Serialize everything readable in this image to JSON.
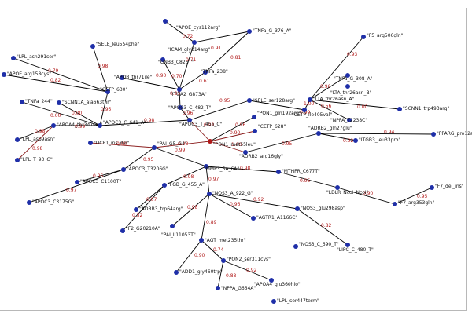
{
  "colors": {
    "node": "#1f2fa8",
    "highlight_node": "#b01818",
    "edge": "#000000",
    "highlight_edge": "#8a1c1c",
    "weight": "#b01818"
  },
  "nodes": [
    {
      "id": "apoe_cys",
      "label": "\"APOE_cys112arg\"",
      "hl": false
    },
    {
      "id": "sele_leu",
      "label": "\"SELE_leu554phe\"",
      "hl": false
    },
    {
      "id": "lpl_asn",
      "label": "\"LPL_asn291ser\"",
      "hl": false
    },
    {
      "id": "apoe_arg",
      "label": "\"APOE_arg158cys\"",
      "hl": false
    },
    {
      "id": "cetp630",
      "label": "\"CETP_630\"",
      "hl": false
    },
    {
      "id": "icam",
      "label": "\"ICAM_gly214arg\"",
      "hl": false
    },
    {
      "id": "gnb3",
      "label": "\"GNB3_C825T\"",
      "hl": false
    },
    {
      "id": "tnfa_g376",
      "label": "\"TNFa_G_376_A\"",
      "hl": false
    },
    {
      "id": "f5",
      "label": "\"F5_arg506gln\"",
      "hl": false
    },
    {
      "id": "apob",
      "label": "\"APOB_thr71ile\"",
      "hl": false
    },
    {
      "id": "tnfa238",
      "label": "\"TNFa_238\"",
      "hl": false
    },
    {
      "id": "tnfa_g308",
      "label": "\"TNFa_G_308_A\"",
      "hl": false
    },
    {
      "id": "itga2",
      "label": "\"ITGA2_G873A\"",
      "hl": false
    },
    {
      "id": "lta_thr",
      "label": "\"LTA_thr26asn_A\"",
      "hl": false
    },
    {
      "id": "lta_thr_b",
      "label": "\"LTA_thr26asn_B\"",
      "hl": false
    },
    {
      "id": "tnfa244",
      "label": "\"TNFa_244\"",
      "hl": false
    },
    {
      "id": "scn1a_ala",
      "label": "\"SCNN1A_ala663thr\"",
      "hl": false
    },
    {
      "id": "apoc3_c482",
      "label": "\"APOC3_C_482_T\"",
      "hl": false
    },
    {
      "id": "sele_ser",
      "label": "\"SELE_ser128arg\"",
      "hl": false
    },
    {
      "id": "cetp_ile",
      "label": "\"CETP_ile405val\"",
      "hl": false
    },
    {
      "id": "nppa_t2238",
      "label": "\"NPPA_T2238C\"",
      "hl": false
    },
    {
      "id": "scnn1_trp",
      "label": "\"SCNN1_trp493arg\"",
      "hl": false
    },
    {
      "id": "apoa4_thr",
      "label": "\"APOA4_thr347ser\"",
      "hl": false
    },
    {
      "id": "apoc3_c641",
      "label": "\"APOC3_C_641_A\"",
      "hl": false
    },
    {
      "id": "apoc3_t455",
      "label": "\"APOC3_T_455_C\"",
      "hl": false
    },
    {
      "id": "pon1_gln",
      "label": "\"PON1_gln192arg\"",
      "hl": false
    },
    {
      "id": "cetp628",
      "label": "\"CETP_628\"",
      "hl": false
    },
    {
      "id": "lpl_asp",
      "label": "\"LPL_asp9asn\"",
      "hl": false
    },
    {
      "id": "pon1_met",
      "label": "\"PON1_met55leu\"",
      "hl": true
    },
    {
      "id": "adrb2_gln",
      "label": "\"ADRB2_gln27glu\"",
      "hl": false
    },
    {
      "id": "itgb3",
      "label": "\"ITGB3_leu33pro\"",
      "hl": false
    },
    {
      "id": "pparg",
      "label": "\"PPARG_pro12ala\"",
      "hl": false
    },
    {
      "id": "dcp1",
      "label": "\"DCP1_ins_del\"",
      "hl": false
    },
    {
      "id": "pai_g5g4",
      "label": "\"PAI_G5_G4\"",
      "hl": false
    },
    {
      "id": "adrb2_arg",
      "label": "\"ADRB2_arg16gly\"",
      "hl": false
    },
    {
      "id": "lpl_t93",
      "label": "\"LPL_T_93_G\"",
      "hl": false
    },
    {
      "id": "apoc3_t3206",
      "label": "\"APOC3_T3206G\"",
      "hl": false
    },
    {
      "id": "mmp3",
      "label": "\"MMP3_5A_6A\"",
      "hl": false
    },
    {
      "id": "mthfr",
      "label": "\"MTHFR_C677T\"",
      "hl": false
    },
    {
      "id": "f7_del",
      "label": "\"F7_del_ins\"",
      "hl": false
    },
    {
      "id": "apoc3_c1100",
      "label": "\"APOC3_C1100T\"",
      "hl": false
    },
    {
      "id": "fgb",
      "label": "\"FGB_G_455_A\"",
      "hl": false
    },
    {
      "id": "ldlr",
      "label": "\"LDLR_NcoI_NcoI\"",
      "hl": false
    },
    {
      "id": "f7_arg",
      "label": "\"F7_arg353gln\"",
      "hl": false
    },
    {
      "id": "apoc3_c3175",
      "label": "\"APOC3_C3175G\"",
      "hl": false
    },
    {
      "id": "nos3_a922",
      "label": "\"NOS3_A_922_G\"",
      "hl": false
    },
    {
      "id": "adrb3",
      "label": "\"ADRB3_trp64arg\"",
      "hl": false
    },
    {
      "id": "nos3_glu",
      "label": "\"NOS3_glu298asp\"",
      "hl": false
    },
    {
      "id": "agtr1",
      "label": "\"AGTR1_A1166C\"",
      "hl": false
    },
    {
      "id": "lipc",
      "label": "\"LIPC_C_480_T\"",
      "hl": false
    },
    {
      "id": "f2",
      "label": "\"F2_G20210A\"",
      "hl": false
    },
    {
      "id": "pai_l",
      "label": "\"PAI_L11053T\"",
      "hl": false
    },
    {
      "id": "agt",
      "label": "\"AGT_met235thr\"",
      "hl": false
    },
    {
      "id": "nos3_c690",
      "label": "\"NOS3_C_690_T\"",
      "hl": false
    },
    {
      "id": "add1",
      "label": "\"ADD1_gly460trp\"",
      "hl": false
    },
    {
      "id": "pon2",
      "label": "\"PON2_ser311cys\"",
      "hl": false
    },
    {
      "id": "apoa4_gln",
      "label": "\"APOA4_glu360hio\"",
      "hl": false
    },
    {
      "id": "nppa_g664",
      "label": "\"NPPA_G664A\"",
      "hl": false
    },
    {
      "id": "lpl_ser447",
      "label": "\"LPL_ser447term\"",
      "hl": false
    }
  ],
  "edges": [
    {
      "w": "0.72",
      "hl": false
    },
    {
      "w": "0.71",
      "hl": false
    },
    {
      "w": "0.91",
      "hl": false
    },
    {
      "w": "0.81",
      "hl": false
    },
    {
      "w": "0.79",
      "hl": false
    },
    {
      "w": "0.82",
      "hl": false
    },
    {
      "w": "0.98",
      "hl": false
    },
    {
      "w": "0.95",
      "hl": false
    },
    {
      "w": "0.90",
      "hl": false
    },
    {
      "w": "0.70",
      "hl": false
    },
    {
      "w": "0.61",
      "hl": false
    },
    {
      "w": "0.95",
      "hl": false
    },
    {
      "w": "0.96",
      "hl": false
    },
    {
      "w": "0.96",
      "hl": false
    },
    {
      "w": "0.93",
      "hl": false
    },
    {
      "w": "1.00",
      "hl": false
    },
    {
      "w": "0.56",
      "hl": false
    },
    {
      "w": "0.00",
      "hl": false
    },
    {
      "w": "0.95",
      "hl": false
    },
    {
      "w": "0.99",
      "hl": false
    },
    {
      "w": "0.00",
      "hl": false
    },
    {
      "w": "0.00",
      "hl": false
    },
    {
      "w": "0.99",
      "hl": false
    },
    {
      "w": "0.98",
      "hl": false
    },
    {
      "w": "0.98",
      "hl": true
    },
    {
      "w": "0.98",
      "hl": false
    },
    {
      "w": "0.96",
      "hl": false
    },
    {
      "w": "0.90",
      "hl": true
    },
    {
      "w": "0.98",
      "hl": true
    },
    {
      "w": "1.00",
      "hl": true
    },
    {
      "w": "0.98",
      "hl": true
    },
    {
      "w": "0.94",
      "hl": false
    },
    {
      "w": "0.92",
      "hl": false
    },
    {
      "w": "0.95",
      "hl": false
    },
    {
      "w": "0.90",
      "hl": true
    },
    {
      "w": "0.99",
      "hl": false
    },
    {
      "w": "0.95",
      "hl": false
    },
    {
      "w": "0.95",
      "hl": false
    },
    {
      "w": "0.97",
      "hl": false
    },
    {
      "w": "0.98",
      "hl": false
    },
    {
      "w": "0.98",
      "hl": false
    },
    {
      "w": "0.52",
      "hl": false
    },
    {
      "w": "0.95",
      "hl": false
    },
    {
      "w": "0.95",
      "hl": false
    },
    {
      "w": "0.90",
      "hl": false
    },
    {
      "w": "0.87",
      "hl": false
    },
    {
      "w": "0.97",
      "hl": false
    },
    {
      "w": "0.92",
      "hl": false
    },
    {
      "w": "0.96",
      "hl": false
    },
    {
      "w": "0.98",
      "hl": false
    },
    {
      "w": "0.89",
      "hl": false
    },
    {
      "w": "0.90",
      "hl": false
    },
    {
      "w": "0.74",
      "hl": false
    },
    {
      "w": "0.88",
      "hl": false
    },
    {
      "w": "0.92",
      "hl": false
    },
    {
      "w": "0.82",
      "hl": false
    }
  ]
}
